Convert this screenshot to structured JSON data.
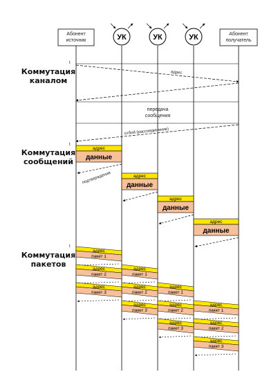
{
  "source_label": "Абонент источник",
  "source_label_lines": [
    "Абонент",
    "источник"
  ],
  "dest_label_lines": [
    "Абонент",
    "получатель"
  ],
  "node_label": "УК",
  "time_zero": "t",
  "sections": {
    "circuit": [
      "Коммутация",
      "каналом"
    ],
    "message": [
      "Коммутация",
      "сообщений"
    ],
    "packet": [
      "Коммутация",
      "пакетов"
    ]
  },
  "circuit": {
    "address_label": "адрес",
    "transfer_label": [
      "передача",
      "сообщения"
    ],
    "release_label": "отбой (рассоединение)"
  },
  "message": {
    "address_label": "адрес",
    "data_label": "данные",
    "ack_label": "подтверждение"
  },
  "packet": {
    "address_label": "адрес",
    "packets": [
      "пакет 1",
      "пакет 2",
      "пакет 3"
    ]
  },
  "colors": {
    "address_fill": "#ffe600",
    "data_fill": "#f6c09a",
    "line": "#000000"
  }
}
